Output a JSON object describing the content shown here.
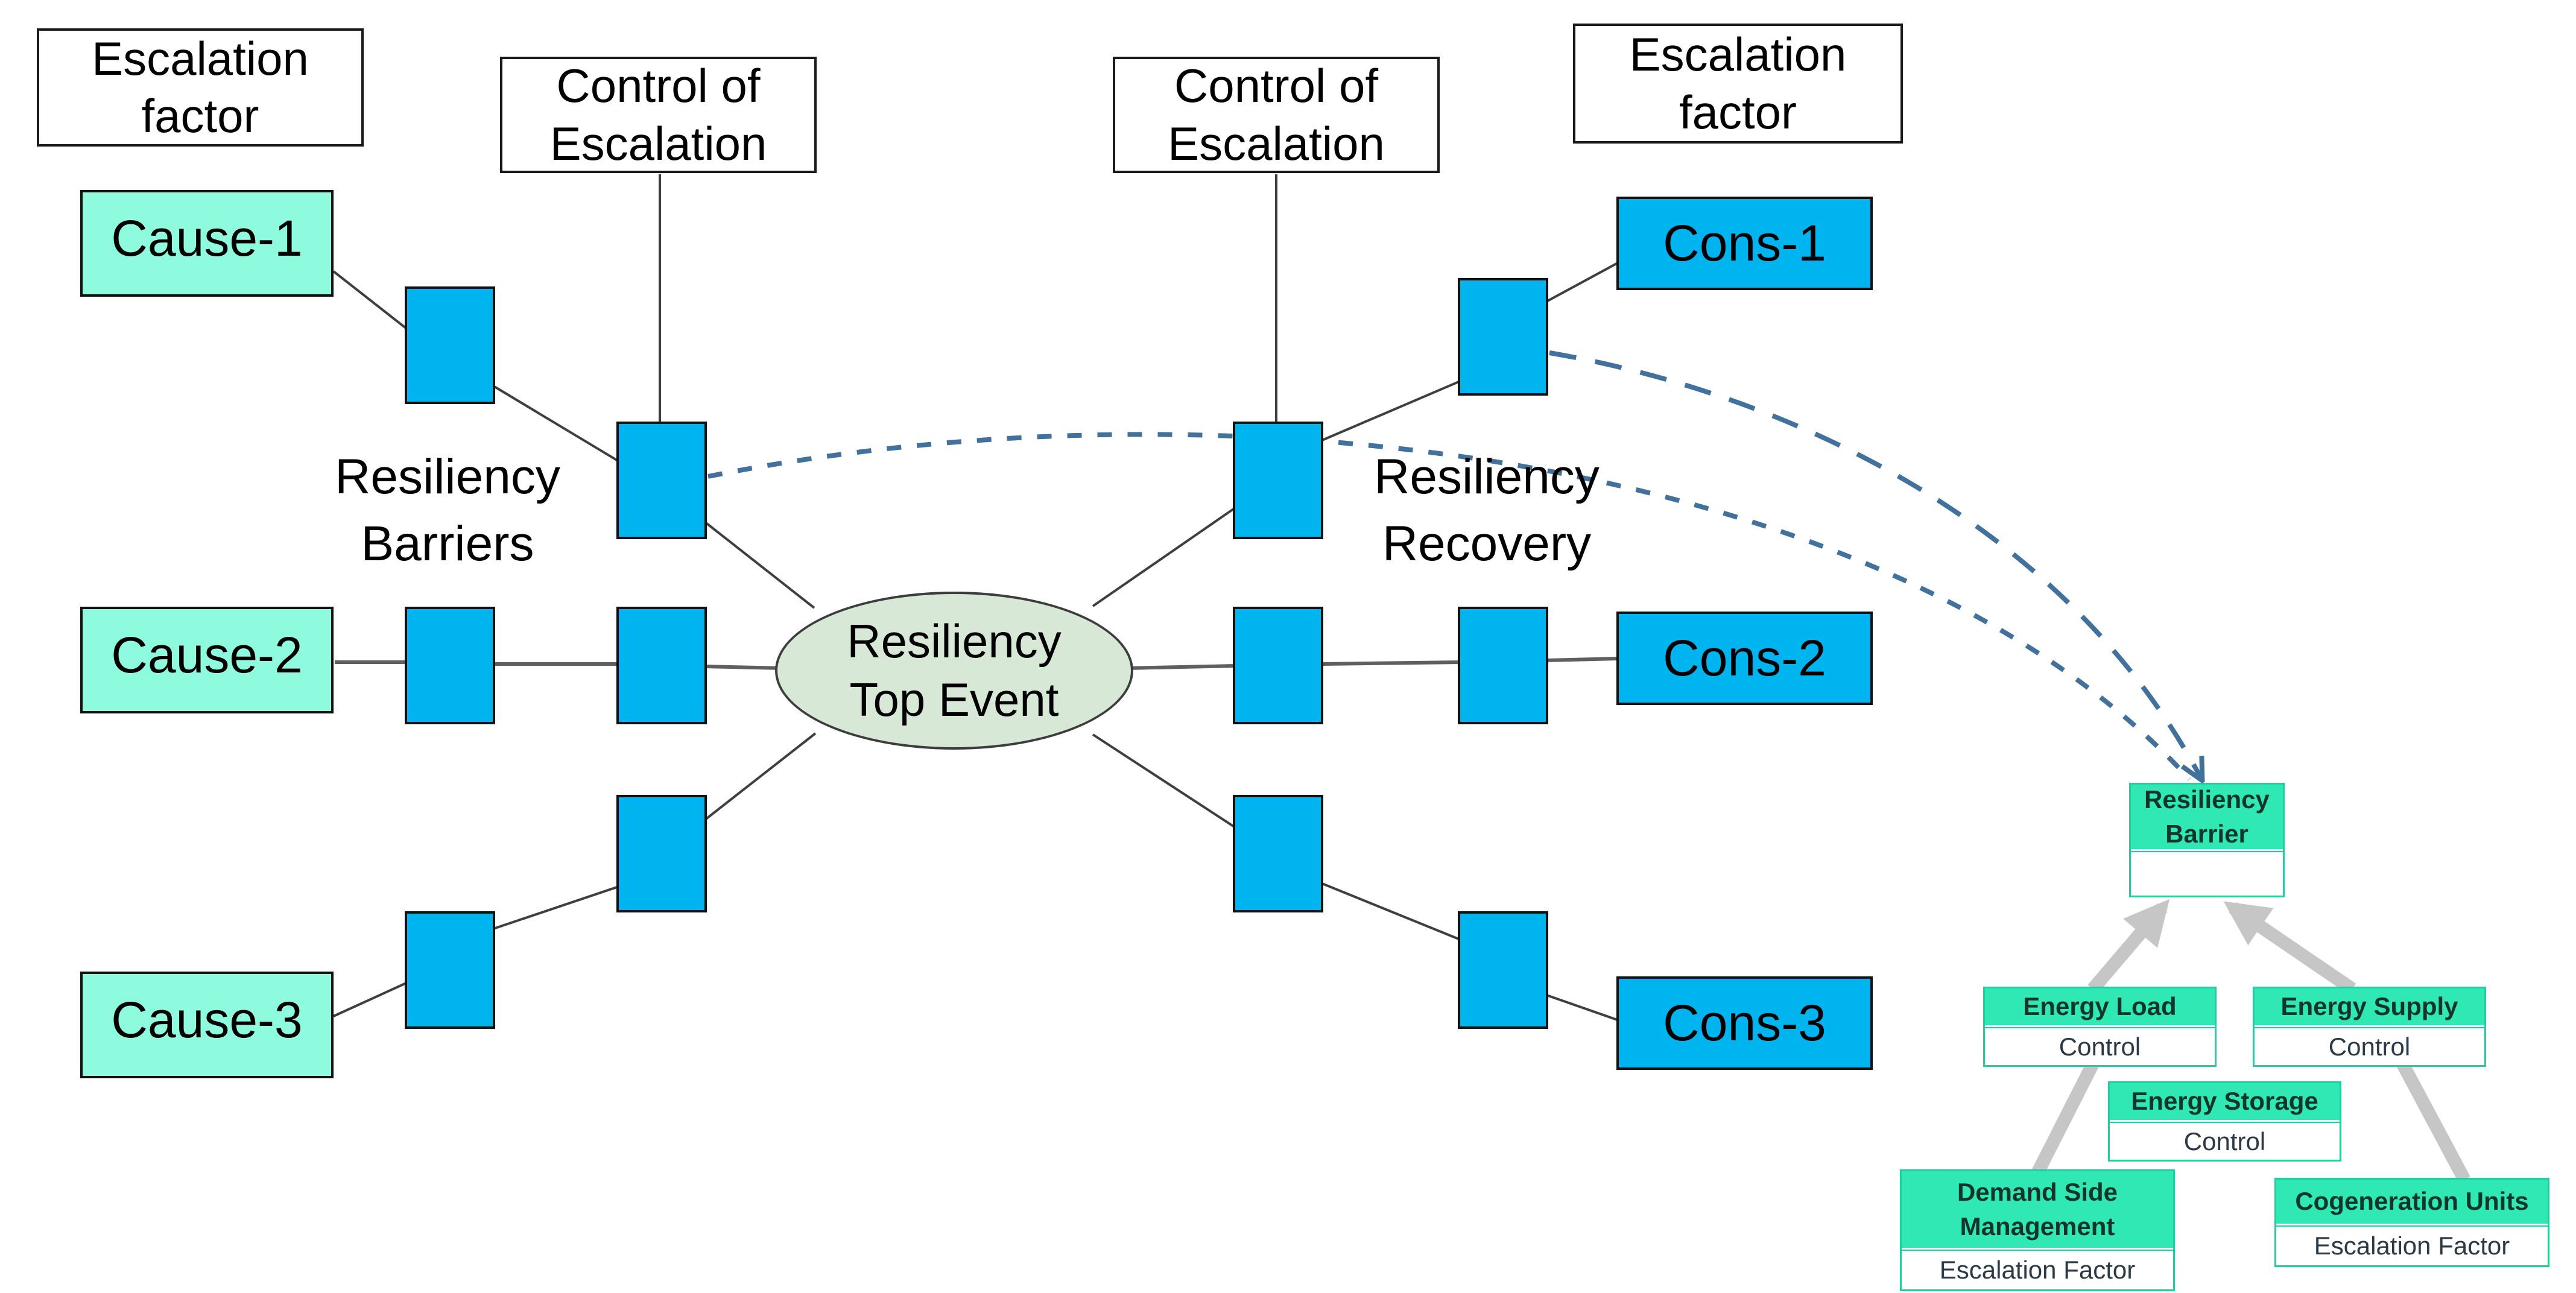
{
  "top_labels": {
    "escalation_factor_left": "Escalation\nfactor",
    "control_of_escalation_left": "Control of\nEscalation",
    "control_of_escalation_right": "Control of\nEscalation",
    "escalation_factor_right": "Escalation\nfactor"
  },
  "causes": {
    "cause1": "Cause-1",
    "cause2": "Cause-2",
    "cause3": "Cause-3"
  },
  "consequences": {
    "cons1": "Cons-1",
    "cons2": "Cons-2",
    "cons3": "Cons-3"
  },
  "center_event": "Resiliency\nTop Event",
  "group_labels": {
    "left": "Resiliency\nBarriers",
    "right": "Resiliency\nRecovery"
  },
  "tree": {
    "root": {
      "title": "Resiliency\nBarrier",
      "body": ""
    },
    "energy_load": {
      "title": "Energy Load",
      "body": "Control"
    },
    "energy_supply": {
      "title": "Energy Supply",
      "body": "Control"
    },
    "energy_storage": {
      "title": "Energy Storage",
      "body": "Control"
    },
    "demand_side_management": {
      "title": "Demand Side\nManagement",
      "body": "Escalation Factor"
    },
    "cogeneration_units": {
      "title": "Cogeneration Units",
      "body": "Escalation Factor"
    }
  },
  "colors": {
    "cause_fill": "#8FFBDE",
    "consequence_fill": "#00B4F0",
    "barrier_fill": "#00B4F0",
    "top_event_fill": "#D7E9D6",
    "tree_teal": "#30E8B4",
    "dashed_link_blue": "#41719C",
    "gray_arrow": "#C6C6C6",
    "connector_dark": "#3F3F3F"
  }
}
